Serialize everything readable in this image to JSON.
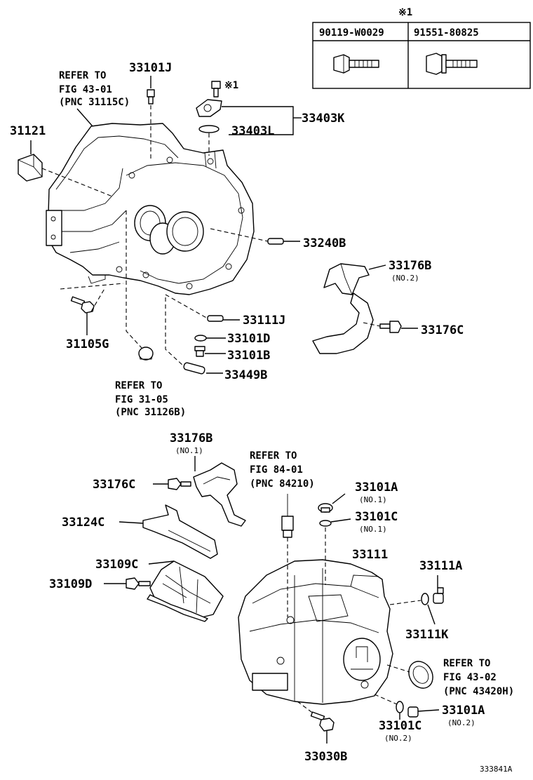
{
  "diagram": {
    "table": {
      "mark": "※1",
      "col1": "90119-W0029",
      "col2": "91551-80825"
    },
    "refs": {
      "ref1": [
        "REFER TO",
        "FIG 43-01",
        "(PNC 31115C)"
      ],
      "ref2": [
        "REFER TO",
        "FIG 31-05",
        "(PNC 31126B)"
      ],
      "ref3": [
        "REFER TO",
        "FIG 84-01",
        "(PNC 84210)"
      ],
      "ref4": [
        "REFER TO",
        "FIG 43-02",
        "(PNC 43420H)"
      ]
    },
    "mark_bolt": "※1",
    "parts": {
      "p33101J": "33101J",
      "p31121": "31121",
      "p33403K": "33403K",
      "p33403L": "33403L",
      "p33240B": "33240B",
      "p33176B_top": "33176B",
      "p33176B_top_sub": "(NO.2)",
      "p33111J": "33111J",
      "p33176C_top": "33176C",
      "p33101D": "33101D",
      "p33101B": "33101B",
      "p31105G": "31105G",
      "p33449B": "33449B",
      "p33176B_bot": "33176B",
      "p33176B_bot_sub": "(NO.1)",
      "p33176C_bot": "33176C",
      "p33124C": "33124C",
      "p33101A_top": "33101A",
      "p33101A_top_sub": "(NO.1)",
      "p33101C_top": "33101C",
      "p33101C_top_sub": "(NO.1)",
      "p33109C": "33109C",
      "p33109D": "33109D",
      "p33111": "33111",
      "p33111A": "33111A",
      "p33111K": "33111K",
      "p33101A_bot": "33101A",
      "p33101A_bot_sub": "(NO.2)",
      "p33101C_bot": "33101C",
      "p33101C_bot_sub": "(NO.2)",
      "p33030B": "33030B"
    },
    "figure_id": "333841A"
  }
}
